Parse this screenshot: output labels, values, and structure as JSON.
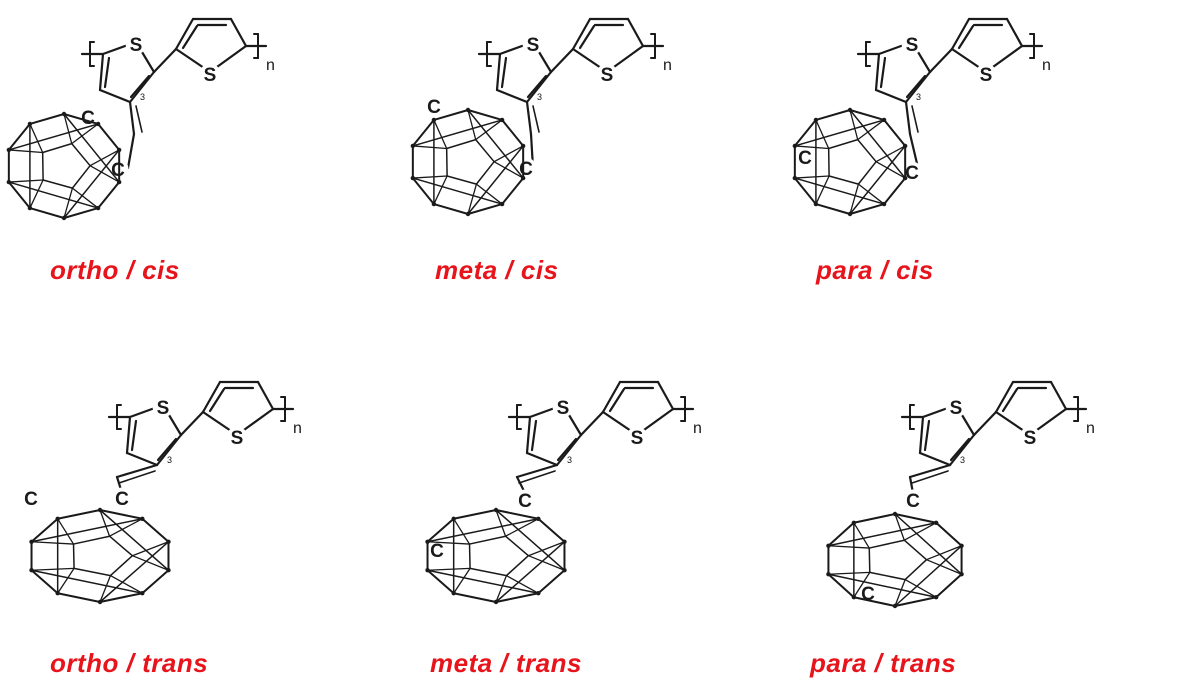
{
  "colors": {
    "label": "#e8141c",
    "structure": "#1a1a1a"
  },
  "atoms": {
    "sulfur": "S",
    "carbon": "C",
    "repeat": "n",
    "position_marker": "3"
  },
  "panels": [
    {
      "label": "ortho / cis"
    },
    {
      "label": "meta / cis"
    },
    {
      "label": "para / cis"
    },
    {
      "label": "ortho / trans"
    },
    {
      "label": "meta / trans"
    },
    {
      "label": "para / trans"
    }
  ]
}
